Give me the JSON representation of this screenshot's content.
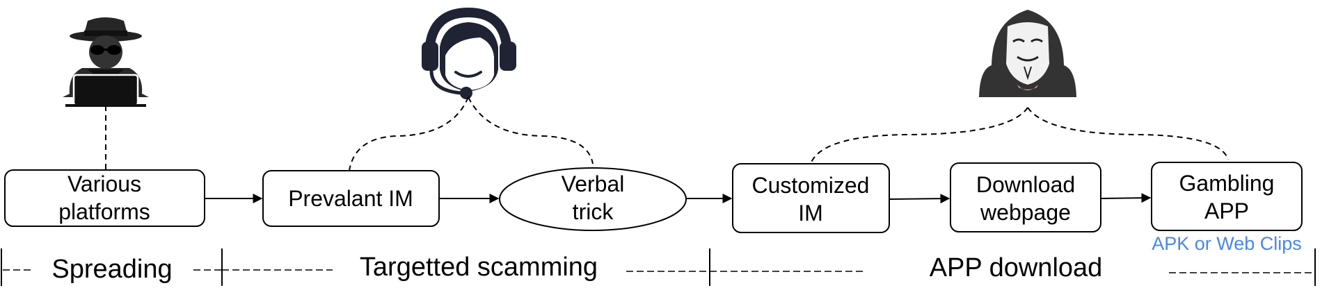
{
  "nodes": {
    "various_platforms": {
      "line1": "Various",
      "line2": "platforms"
    },
    "prevalant_im": {
      "label": "Prevalant IM"
    },
    "verbal_trick": {
      "line1": "Verbal",
      "line2": "trick"
    },
    "customized_im": {
      "line1": "Customized",
      "line2": "IM"
    },
    "download_webpage": {
      "line1": "Download",
      "line2": "webpage"
    },
    "gambling_app": {
      "line1": "Gambling",
      "line2": "APP"
    }
  },
  "note": {
    "text": "APK or Web Clips",
    "color": "#4a86e8"
  },
  "stages": {
    "spreading": "Spreading",
    "targetted_scamming": "Targetted scamming",
    "app_download": "APP download"
  },
  "actors": {
    "spy": "spy-hacker-icon",
    "operator": "customer-service-headset-icon",
    "anonymous": "anonymous-hacker-icon"
  }
}
